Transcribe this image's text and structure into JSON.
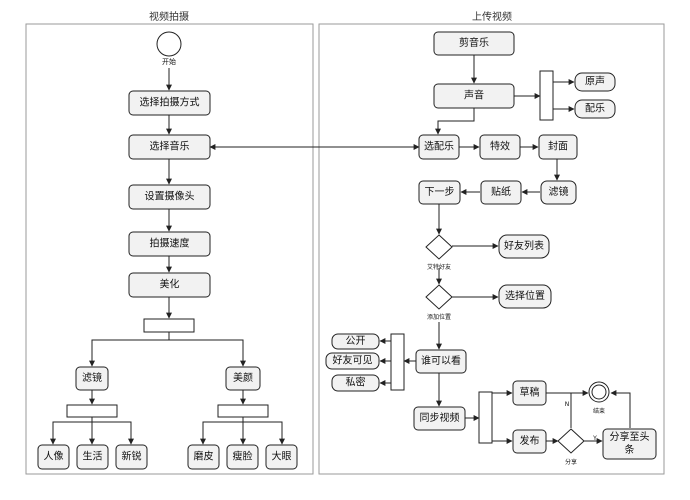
{
  "lanes": {
    "left_title": "视频拍摄",
    "right_title": "上传视频"
  },
  "left": {
    "start": "开始",
    "select_mode": "选择拍摄方式",
    "select_music": "选择音乐",
    "set_camera": "设置摄像头",
    "shoot_speed": "拍摄速度",
    "beautify": "美化",
    "filter": "滤镜",
    "beauty": "美颜",
    "portrait": "人像",
    "life": "生活",
    "fresh": "新锐",
    "skin": "磨皮",
    "slim_face": "瘦脸",
    "big_eyes": "大眼"
  },
  "right": {
    "cut_music": "剪音乐",
    "sound": "声音",
    "original": "原声",
    "score": "配乐",
    "choose_score": "选配乐",
    "effects": "特效",
    "cover": "封面",
    "filter": "滤镜",
    "sticker": "贴纸",
    "next_step": "下一步",
    "mention_friend": "艾特好友",
    "friend_list": "好友列表",
    "add_location": "添加位置",
    "choose_location": "选择位置",
    "who_can_see": "谁可以看",
    "public": "公开",
    "friends_visible": "好友可见",
    "private": "私密",
    "sync_video": "同步视频",
    "draft": "草稿",
    "publish": "发布",
    "share": "分享",
    "share_headline": "分享至头条",
    "end": "结束",
    "y_label": "Y",
    "n_label": "N"
  }
}
